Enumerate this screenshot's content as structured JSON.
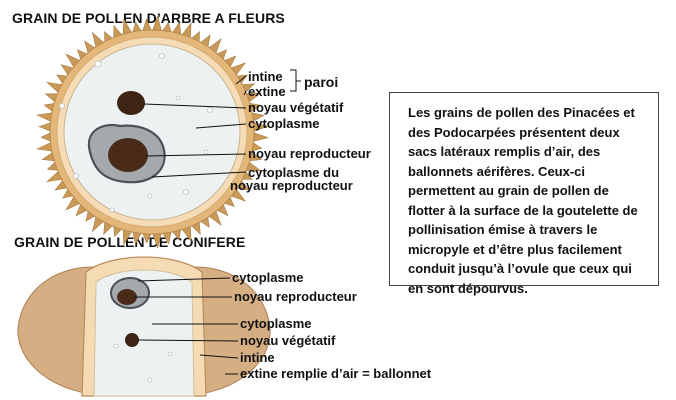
{
  "flowering": {
    "title": "GRAIN DE POLLEN D’ARBRE A FLEURS",
    "labels": {
      "intine": "intine",
      "extine": "extine",
      "paroi": "paroi",
      "vegetative_nucleus": "noyau végétatif",
      "cytoplasm": "cytoplasme",
      "reproductive_nucleus": "noyau reproducteur",
      "reproductive_cytoplasm_line1": "cytoplasme du",
      "reproductive_cytoplasm_line2": "noyau reproducteur"
    }
  },
  "conifer": {
    "title": "GRAIN DE POLLEN DE CONIFERE",
    "labels": {
      "cytoplasm_top": "cytoplasme",
      "reproductive_nucleus": "noyau reproducteur",
      "cytoplasm": "cytoplasme",
      "vegetative_nucleus": "noyau végétatif",
      "intine": "intine",
      "extine_balloon": "extine remplie d’air = ballonnet"
    }
  },
  "info_text": "Les grains de pollen des Pinacées et des Podocarpées présentent deux sacs latéraux remplis d’air, des ballonnets aérifères. Ceux-ci permettent au grain de pollen de flotter à la surface de la goutelette de pollinisation émise à travers le micropyle et d’être plus facilement conduit jusqu’à l’ovule que ceux qui en sont dépourvus.",
  "colors": {
    "extine": "#e3b67a",
    "spikes": "#c99a58",
    "intine": "#f6dcb6",
    "cytoplasm": "#eef1f1",
    "repro_cytoplasm": "#a3a9ad",
    "nucleus": "#4a2a18",
    "balloon": "#d6ae83"
  }
}
